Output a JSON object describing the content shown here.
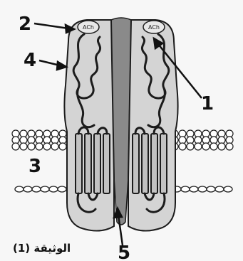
{
  "figure": {
    "caption": "الوثيقة (1)",
    "binding_sites": {
      "left": "ACh",
      "right": "ACh"
    },
    "callouts": [
      {
        "id": "1",
        "label": "1"
      },
      {
        "id": "2",
        "label": "2"
      },
      {
        "id": "3",
        "label": "3"
      },
      {
        "id": "4",
        "label": "4"
      },
      {
        "id": "5",
        "label": "5"
      }
    ]
  },
  "colors": {
    "page_background": "#f7f7f7",
    "subunit_fill": "#d4d4d4",
    "channel_fill": "#8a8a8a",
    "outline": "#1c1c1c",
    "membrane_lipid": "#ffffff"
  }
}
